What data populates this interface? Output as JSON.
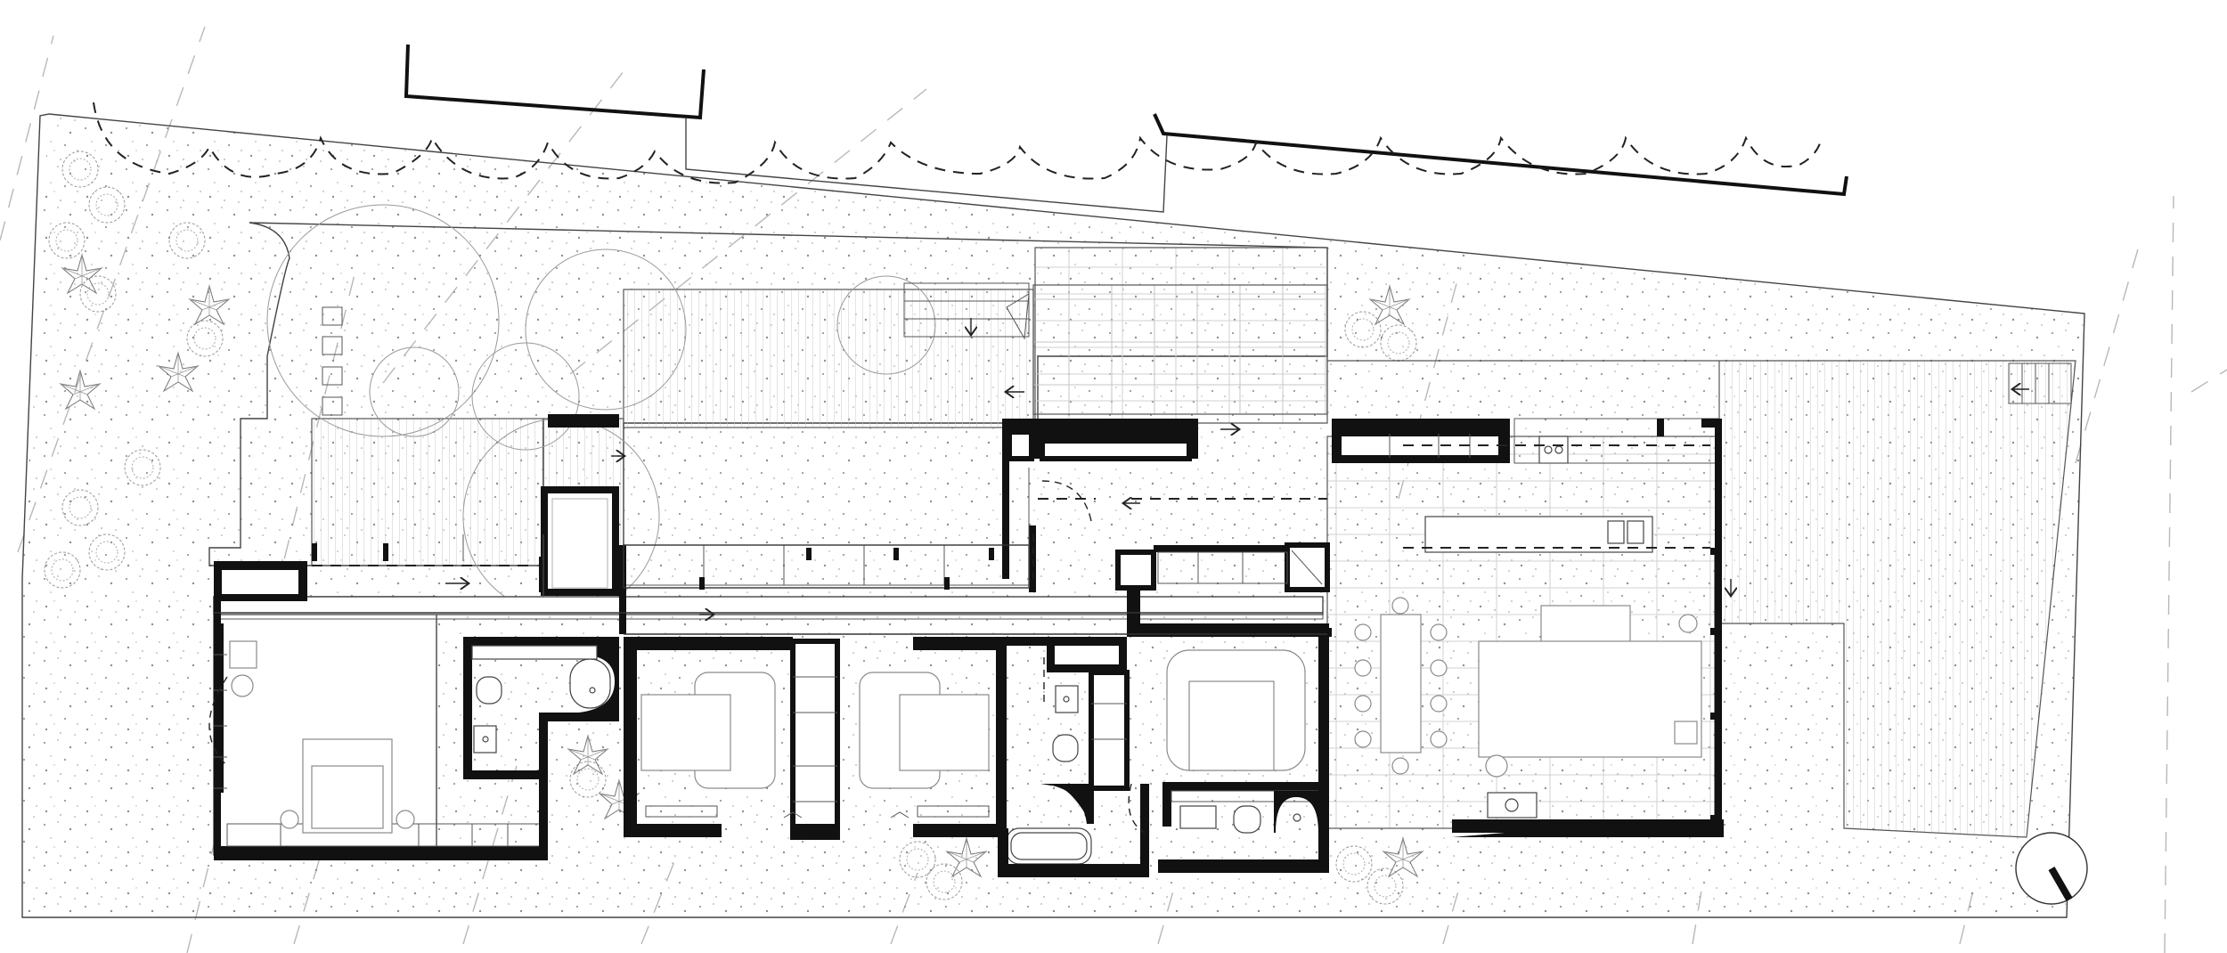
{
  "drawing": {
    "subject": "",
    "rooms": [
      {
        "id": "master-bedroom",
        "label": ""
      },
      {
        "id": "ensuite",
        "label": ""
      },
      {
        "id": "bedroom-2",
        "label": ""
      },
      {
        "id": "bedroom-3",
        "label": ""
      },
      {
        "id": "bathroom",
        "label": ""
      },
      {
        "id": "bedroom-4",
        "label": ""
      },
      {
        "id": "laundry",
        "label": ""
      },
      {
        "id": "kitchen-living-dining",
        "label": ""
      },
      {
        "id": "entry-courtyard",
        "label": ""
      },
      {
        "id": "rear-deck",
        "label": ""
      }
    ],
    "north_point": {
      "rotation_deg": 150
    },
    "colors": {
      "walls": "#111111",
      "lines": "#333333",
      "landscape": "#9a9a9a",
      "background": "#ffffff"
    }
  }
}
